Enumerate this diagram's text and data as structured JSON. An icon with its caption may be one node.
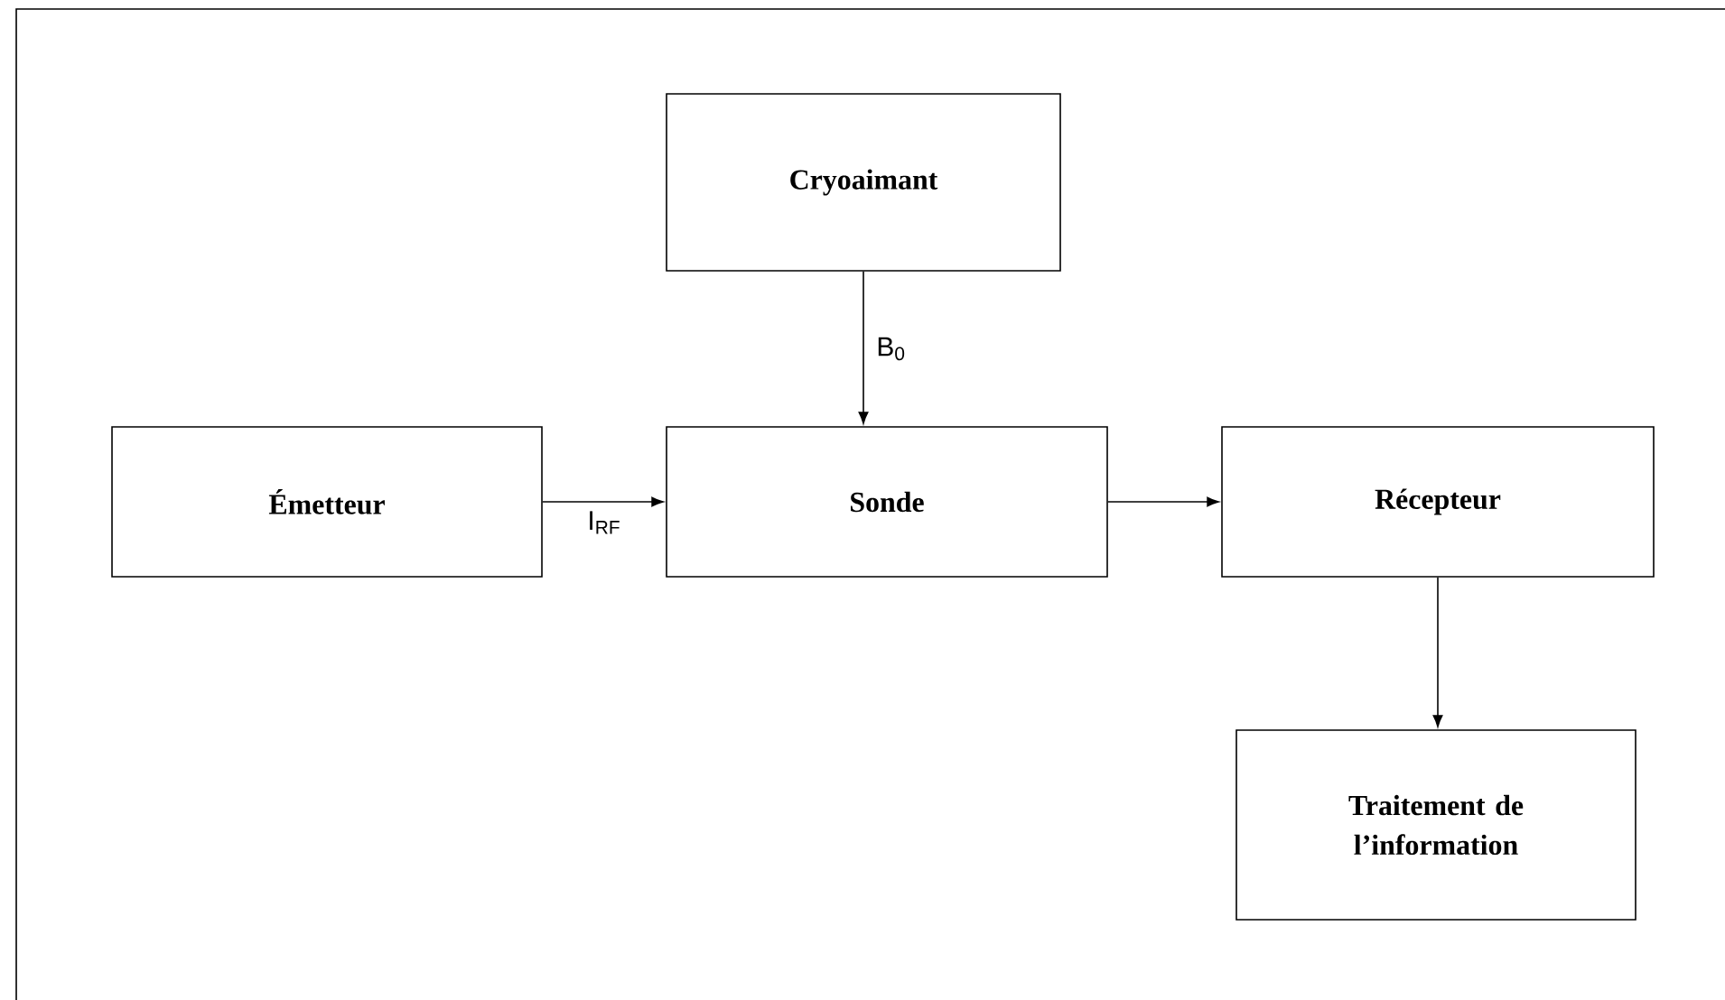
{
  "diagram": {
    "nodes": [
      {
        "text": [
          "Cryoaimant"
        ]
      },
      {
        "text": [
          "Émetteur"
        ]
      },
      {
        "text": [
          "Sonde"
        ]
      },
      {
        "text": [
          "Récepteur"
        ]
      },
      {
        "text": [
          "Traitement de l’information"
        ]
      }
    ],
    "edges": [
      {
        "from": 0,
        "to": 2,
        "arrow": "to",
        "label": "B$_{0}$"
      },
      {
        "from": 1,
        "to": 2,
        "arrow": "to",
        "label": "I$_{RF}$"
      },
      {
        "from": 2,
        "to": 3,
        "arrow": "to"
      },
      {
        "from": 3,
        "to": 4,
        "arrow": "to"
      }
    ]
  }
}
